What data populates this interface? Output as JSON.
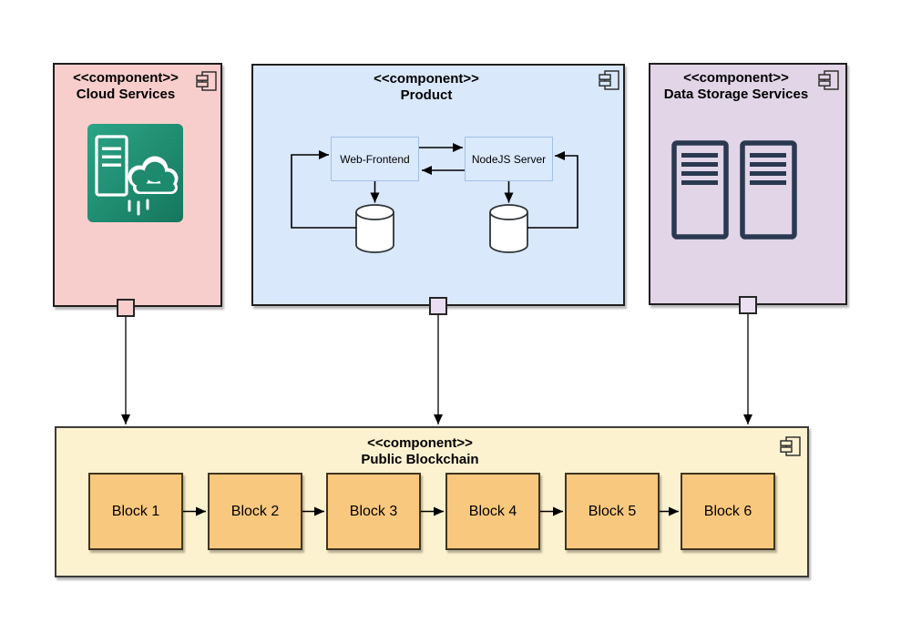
{
  "components": {
    "cloud": {
      "stereotype": "<<component>>",
      "name": "Cloud Services"
    },
    "product": {
      "stereotype": "<<component>>",
      "name": "Product"
    },
    "storage": {
      "stereotype": "<<component>>",
      "name": "Data Storage Services"
    },
    "blockchain": {
      "stereotype": "<<component>>",
      "name": "Public Blockchain"
    }
  },
  "product_nodes": {
    "frontend": "Web-Frontend",
    "server": "NodeJS Server"
  },
  "blocks": [
    "Block 1",
    "Block 2",
    "Block 3",
    "Block 4",
    "Block 5",
    "Block 6"
  ],
  "icons": {
    "component_glyph": "uml-component-icon",
    "cloud_icon": "cloud-server-icon",
    "storage_icon": "server-rack-icon",
    "database_icon": "database-cylinder-icon",
    "port": "port-square"
  },
  "colors": {
    "cloud_fill": "#f8cecc",
    "product_fill": "#dae8fc",
    "storage_fill": "#e1d5e7",
    "blockchain_fill": "#fdf2d0",
    "block_fill": "#f8c87e",
    "inner_node_fill": "#dbe9fd",
    "icon_teal": "#1e8a6d",
    "rack_color": "#2a3950"
  }
}
